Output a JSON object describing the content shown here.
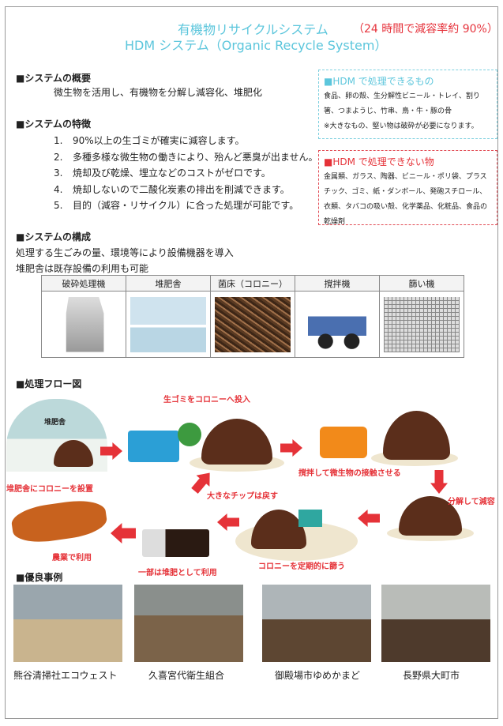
{
  "header": {
    "title_ja": "有機物リサイクルシステム",
    "title_en": "HDM システム（Organic Recycle System）",
    "subtitle": "（24 時間で減容率約 90%）"
  },
  "overview": {
    "heading": "■システムの概要",
    "text": "微生物を活用し、有機物を分解し減容化、堆肥化"
  },
  "features": {
    "heading": "■システムの特徴",
    "items": [
      {
        "num": "1.",
        "text": "90%以上の生ゴミが確実に減容します。"
      },
      {
        "num": "2.",
        "text": "多種多様な微生物の働きにより、殆んど悪臭が出ません。"
      },
      {
        "num": "3.",
        "text": "焼却及び乾燥、埋立などのコストがゼロです。"
      },
      {
        "num": "4.",
        "text": "焼却しないので二酸化炭素の排出を削減できます。"
      },
      {
        "num": "5.",
        "text": "目的（減容・リサイクル）に合った処理が可能です。"
      }
    ]
  },
  "can_process": {
    "heading": "■HDM で処理できるもの",
    "text": "食品、卵の殻、生分解性ビニール・トレイ、割り箸、つまようじ、竹串、鳥・牛・豚の骨",
    "note": "※大きなもの、堅い物は破砕が必要になります。"
  },
  "cannot_process": {
    "heading": "■HDM で処理できない物",
    "text": "金属類、ガラス、陶器、ビニール・ポリ袋、プラスチック、ゴミ、紙・ダンボール、発砲スチロール、衣類、タバコの吸い殻、化学薬品、化粧品、食品の乾燥剤"
  },
  "composition": {
    "heading": "■システムの構成",
    "line1": "処理する生ごみの量、環境等により設備機器を導入",
    "line2": "堆肥舎は既存設備の利用も可能",
    "columns": [
      "破砕処理機",
      "堆肥舎",
      "菌床（コロニー）",
      "撹拌機",
      "篩い機"
    ]
  },
  "flow": {
    "heading": "■処理フロー図",
    "shed_label": "堆肥舎",
    "steps": [
      "生ゴミをコロニーへ投入",
      "撹拌して微生物の接触させる",
      "分解して減容",
      "コロニーを定期的に篩う",
      "大きなチップは戻す",
      "一部は堆肥として利用",
      "農業で利用",
      "堆肥舎にコロニーを設置"
    ]
  },
  "examples": {
    "heading": "■優良事例",
    "items": [
      "熊谷清掃社エコウェスト",
      "久喜宮代衛生組合",
      "御殿場市ゆめかまど",
      "長野県大町市"
    ]
  },
  "colors": {
    "title": "#5cc6dc",
    "accent_red": "#e53238",
    "compost": "#5b2e1b"
  }
}
